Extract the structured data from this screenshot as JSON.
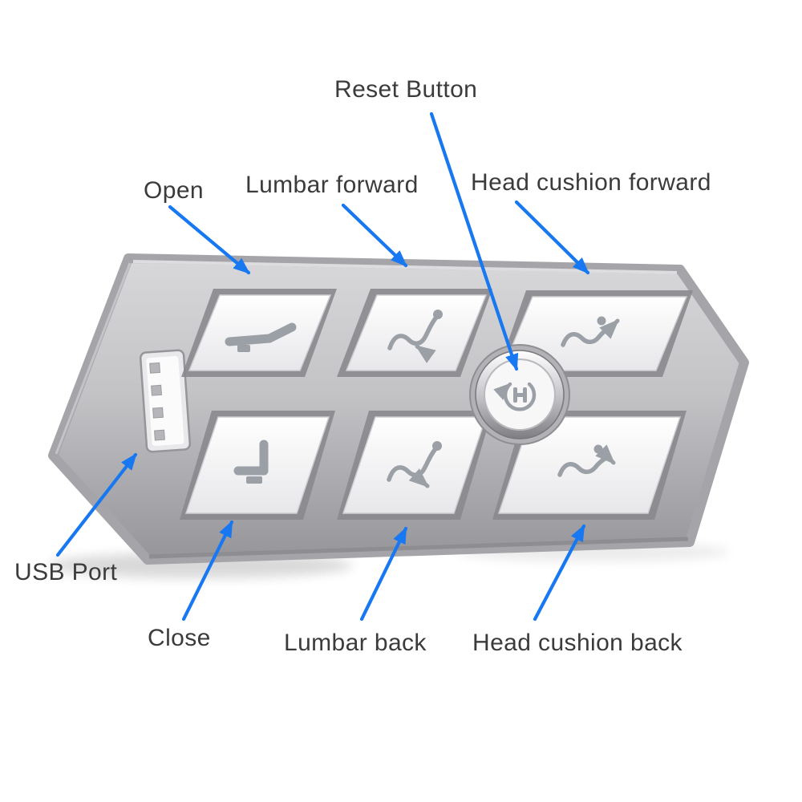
{
  "colors": {
    "background": "#ffffff",
    "arrow_blue": "#1778f2",
    "label_text": "#3b3b3d",
    "device_silver_light": "#d8d8da",
    "device_silver_dark": "#95959a",
    "button_face": "#fafafb",
    "icon_gray": "#9aa0a6"
  },
  "labels": {
    "reset_button": "Reset Button",
    "open": "Open",
    "lumbar_forward": "Lumbar forward",
    "head_cushion_forward": "Head cushion forward",
    "usb_port": "USB Port",
    "close": "Close",
    "lumbar_back": "Lumbar back",
    "head_cushion_back": "Head cushion back"
  },
  "device": {
    "buttons": [
      {
        "id": "open",
        "icon": "recline-open-icon"
      },
      {
        "id": "lumbar-forward",
        "icon": "lumbar-forward-icon"
      },
      {
        "id": "head-cushion-forward",
        "icon": "head-cushion-forward-icon"
      },
      {
        "id": "reset",
        "icon": "reset-circular-arrow-icon"
      },
      {
        "id": "close",
        "icon": "recline-close-icon"
      },
      {
        "id": "lumbar-back",
        "icon": "lumbar-back-icon"
      },
      {
        "id": "head-cushion-back",
        "icon": "head-cushion-back-icon"
      }
    ],
    "port": {
      "id": "usb",
      "icon": "usb-a-port"
    }
  }
}
